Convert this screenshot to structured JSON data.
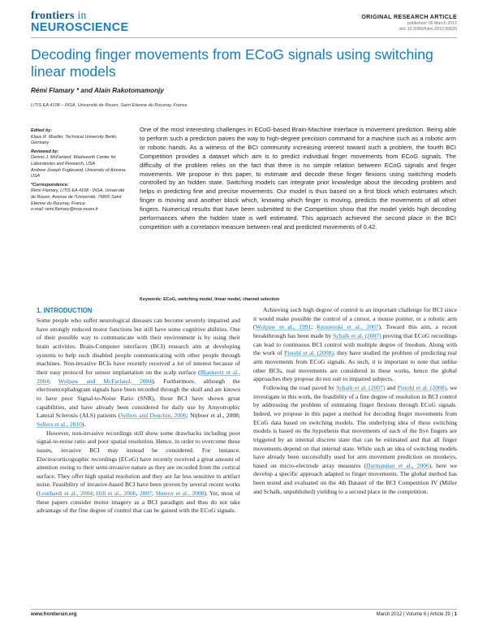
{
  "journal": {
    "logo_line1a": "frontiers",
    "logo_line1b": " in",
    "logo_line2": "NEUROSCIENCE",
    "article_type": "ORIGINAL RESEARCH ARTICLE",
    "published": "published: 06 March 2012",
    "doi": "doi: 10.3389/fnins.2012.00029"
  },
  "title": "Decoding finger movements from ECoG signals using switching linear models",
  "authors": "Rémi Flamary * and Alain Rakotomamonjy",
  "affiliation": "LITIS EA 4108 – INSA, Université de Rouen, Saint Etienne du Rouvray, France",
  "sidebar": {
    "edited_by_label": "Edited by:",
    "edited_by": "Klaus R. Mueller, Technical University Berlin, Germany",
    "reviewed_by_label": "Reviewed by:",
    "reviewer1": "Dennis J. McFarland, Wadsworth Center for Laboratories and Research, USA",
    "reviewer2": "Andrew Joseph Fuglevand, University of Arizona, USA",
    "correspondence_label": "*Correspondence:",
    "correspondence": "Rémi Flamary, LITIS EA 4108 - INSA, Université de Rouen, Avenue de l'Université, 76800 Saint Etienne du Rouvray, France.",
    "email": "e-mail: remi.flamary@insa-rouen.fr"
  },
  "abstract": "One of the most interesting challenges in ECoG-based Brain-Machine Interface is movement prediction. Being able to perform such a prediction paves the way to high-degree precision command for a machine such as a robotic arm or robotic hands. As a witness of the BCI community increasing interest toward such a problem, the fourth BCI Competition provides a dataset which aim is to predict individual finger movements from ECoG signals. The difficulty of the problem relies on the fact that there is no simple relation between ECoG signals and finger movements. We propose in this paper, to estimate and decode these finger flexions using switching models controlled by an hidden state. Switching models can integrate prior knowledge about the decoding problem and helps in predicting fine and precise movements. Our model is thus based on a first block which estimates which finger is moving and another block which, knowing which finger is moving, predicts the movements of all other fingers. Numerical results that have been submitted to the Competition show that the model yields high decoding performances when the hidden state is well estimated. This approach achieved the second place in the BCI competition with a correlation measure between real and predicted movements of 0.42.",
  "keywords_label": "Keywords:",
  "keywords": "ECoG, switching model, linear model, channel selection",
  "section1_title": "1.  INTRODUCTION",
  "left_col": {
    "p1_a": "Some people who suffer neurological diseases can become severely impaired and have strongly reduced motor functions but still have some cognitive abilities. One of their possible way to communicate with their environment is by using their brain activities. Brain-Computer interfaces (BCI) research aim at developing systems to help such disabled people communicating with other people through machines. Non-invasive BCIs have recently received a lot of interest because of their easy protocol for sensor implantation on the scalp surface (",
    "p1_r1": "Blankertz et al., 2004",
    "p1_b": "; ",
    "p1_r2": "Wolpaw and McFarland, 2004",
    "p1_c": "). Furthermore, although the electroencephalogram signals have been recorded through the skull and are known to have poor Signal-to-Noise Ratio (SNR), those BCI have shown great capabilities, and have already been considered for daily use by Amyotrophic Lateral Sclerosis (ALS) patients (",
    "p1_r3": "Sellers and Donchin, 2006",
    "p1_d": "; Nijboer et al., 2008; ",
    "p1_r4": "Sellers et al., 2010",
    "p1_e": ").",
    "p2_a": "However, non-invasive recordings still show some drawbacks including poor signal-to-noise ratio and poor spatial resolution. Hence, in order to overcome these issues, invasive BCI may instead be considered. For instance, Electrocorticographic recordings (ECoG) have recently received a great amount of attention owing to their semi-invasive nature as they are recorded from the cortical surface. They offer high spatial resolution and they are far less sensitive to artifact noise. Feasibility of invasive-based BCI have been proven by several recent works (",
    "p2_r1": "Leuthardt et al., 2004",
    "p2_b": "; ",
    "p2_r2": "Hill et al., 2006",
    "p2_c": ", ",
    "p2_r3": "2007",
    "p2_d": "; ",
    "p2_r4": "Shenoy et al., 2008",
    "p2_e": "). Yet, most of these papers consider motor imagery as a BCI paradigm and thus do not take advantage of the fine degree of control that can be gained with the ECoG signals."
  },
  "right_col": {
    "p1_a": "Achieving such high degree of control is an important challenge for BCI since it would make possible the control of a cursor, a mouse pointer, or a robotic arm (",
    "p1_r1": "Wolpaw et al., 1991",
    "p1_b": "; ",
    "p1_r2": "Krusienski et al., 2007",
    "p1_c": "). Toward this aim, a recent breakthrough has been made by ",
    "p1_r3": "Schalk et al. (2007)",
    "p1_d": " proving that ECoG recordings can lead to continuous BCI control with multiple degree of freedom. Along with the work of ",
    "p1_r4": "Pistohl et al. (2008)",
    "p1_e": ", they have studied the problem of predicting real arm movements from ECoG signals. As such, it is important to note that unlike other BCIs, real movements are considered in these works, hence the global approaches they propose do not suit to impaired subjects.",
    "p2_a": "Following the road paved by ",
    "p2_r1": "Schalk et al. (2007)",
    "p2_b": " and ",
    "p2_r2": "Pistohl et al. (2008)",
    "p2_c": ", we investigate in this work, the feasibility of a fine degree of resolution in BCI control by addressing the problem of estimating finger flexions through ECoG signals. Indeed, we propose in this paper a method for decoding finger movements from ECoG data based on switching models. The underlying idea of these switching models is based on the hypothesis that movements of each of the five fingers are triggered by an internal discrete state that can be estimated and that all finger movements depend on that internal state. While such an idea of switching models have already been successfully used for arm movement prediction on monkeys, based on micro-electrode array measures (",
    "p2_r3": "Darmanjian et al., 2006",
    "p2_d": "), here we develop a specific approach adapted to finger movements. The global method has been tested and evaluated on the 4th Dataset of the BCI Competition IV (Miller and Schalk, unpublished) yielding to a second place in the competition."
  },
  "footer": {
    "website": "www.frontiersin.org",
    "issue": "March 2012 | Volume 6 | Article 29 | ",
    "page": "1"
  },
  "colors": {
    "accent": "#1a7bbd",
    "text": "#231f20"
  }
}
